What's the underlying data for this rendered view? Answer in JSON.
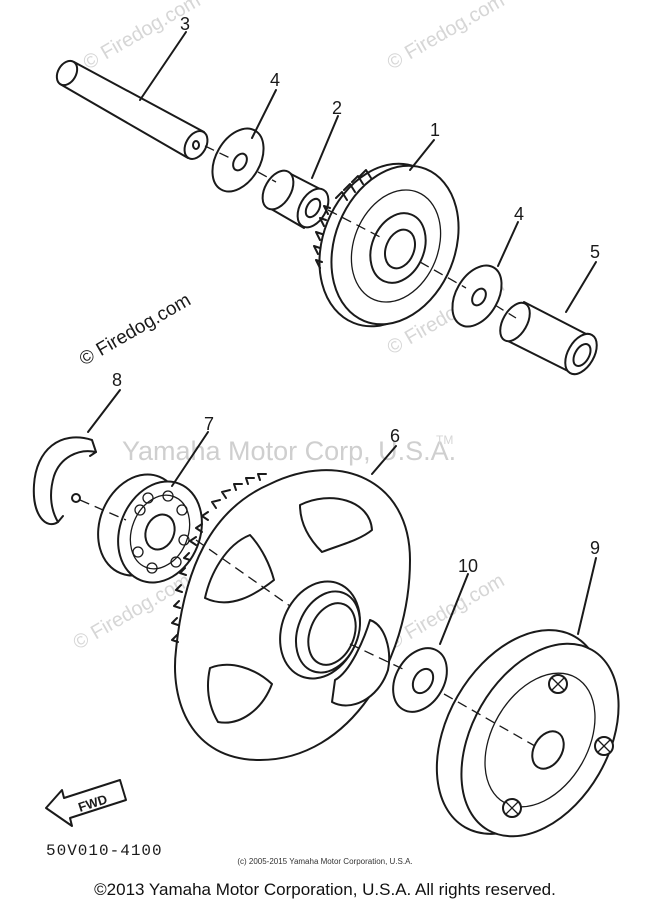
{
  "callouts": [
    "1",
    "2",
    "3",
    "4",
    "4",
    "5",
    "6",
    "7",
    "8",
    "9",
    "10"
  ],
  "watermark_site": "© Firedog.com",
  "watermark_brand": "Yamaha Motor Corp, U.S.A.",
  "watermark_tm": "TM",
  "fwd_label": "FWD",
  "part_code": "50V010-4100",
  "small_copyright": "(c) 2005-2015 Yamaha Motor Corporation, U.S.A.",
  "footer_copyright": "©2013 Yamaha Motor Corporation, U.S.A. All rights reserved."
}
